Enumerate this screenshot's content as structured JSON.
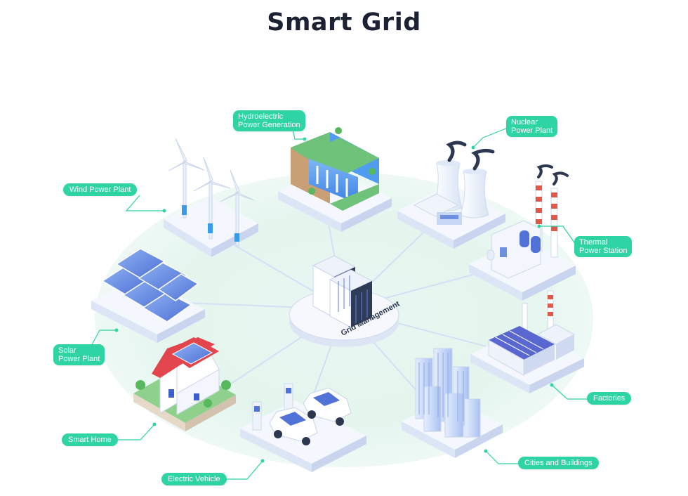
{
  "title": "Smart Grid",
  "hub": {
    "label": "Grid Management"
  },
  "nodes": {
    "hydro": {
      "line1": "Hydroelectric",
      "line2": "Power Generation"
    },
    "nuclear": {
      "line1": "Nuclear",
      "line2": "Power Plant"
    },
    "wind": {
      "label": "Wind Power Plant"
    },
    "thermal": {
      "line1": "Thermal",
      "line2": "Power Station"
    },
    "solar": {
      "line1": "Solar",
      "line2": "Power Plant"
    },
    "factories": {
      "label": "Factories"
    },
    "smart_home": {
      "label": "Smart Home"
    },
    "cities": {
      "label": "Cities and Buildings"
    },
    "ev": {
      "label": "Electric Vehicle"
    }
  },
  "colors": {
    "label_bg": "#2ed4a4",
    "label_text": "#ffffff",
    "leader": "#2ed4a4",
    "platform_glow": "#e2f5ee",
    "title_text": "#1c2233"
  },
  "icons": [
    "wind-turbine-icon",
    "hydroelectric-dam-icon",
    "nuclear-cooling-tower-icon",
    "thermal-plant-icon",
    "solar-panel-icon",
    "server-rack-icon",
    "factory-icon",
    "house-icon",
    "city-buildings-icon",
    "electric-car-icon"
  ]
}
